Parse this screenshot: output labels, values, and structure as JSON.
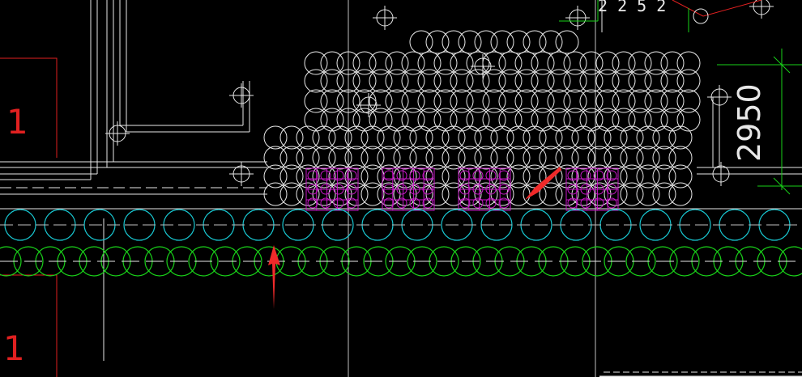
{
  "view": {
    "background": "#000000",
    "colors": {
      "white": "#E8E8E8",
      "gray": "#BFBFBF",
      "red": "#E02020",
      "green": "#19D219",
      "cyan": "#19C8D2",
      "magenta": "#C818C8",
      "arrow": "#F02A2A"
    }
  },
  "labels": {
    "dimension_text": "2950",
    "section_marker_top": "1",
    "section_marker_bottom": "1",
    "top_fragment": "2 2 5 2"
  },
  "annotations": {
    "arrow_upper_label": "red-arrow-pointing-to-magenta-rebar",
    "arrow_lower_label": "red-arrow-pointing-to-cyan-pile-row"
  }
}
